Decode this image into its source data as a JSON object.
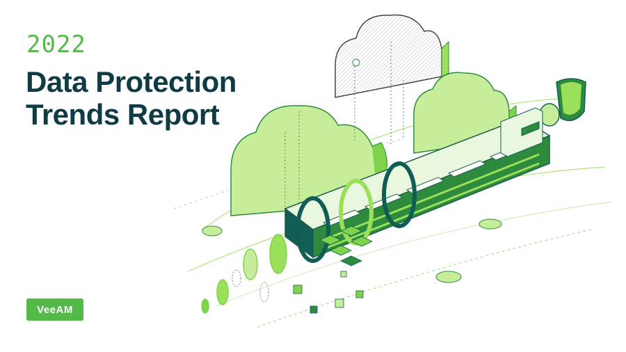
{
  "cover": {
    "year": "2022",
    "title_line1": "Data Protection",
    "title_line2": "Trends Report",
    "logo_text": "VeeAM"
  },
  "colors": {
    "brand_green": "#54b948",
    "title_navy": "#0f3b44",
    "light_green": "#9ae05a",
    "dark_green": "#2e8b3e",
    "teal": "#0f5d54"
  },
  "icons": [
    "cloud-icon",
    "shield-icon",
    "server-rack-icon",
    "data-cube-icon"
  ]
}
